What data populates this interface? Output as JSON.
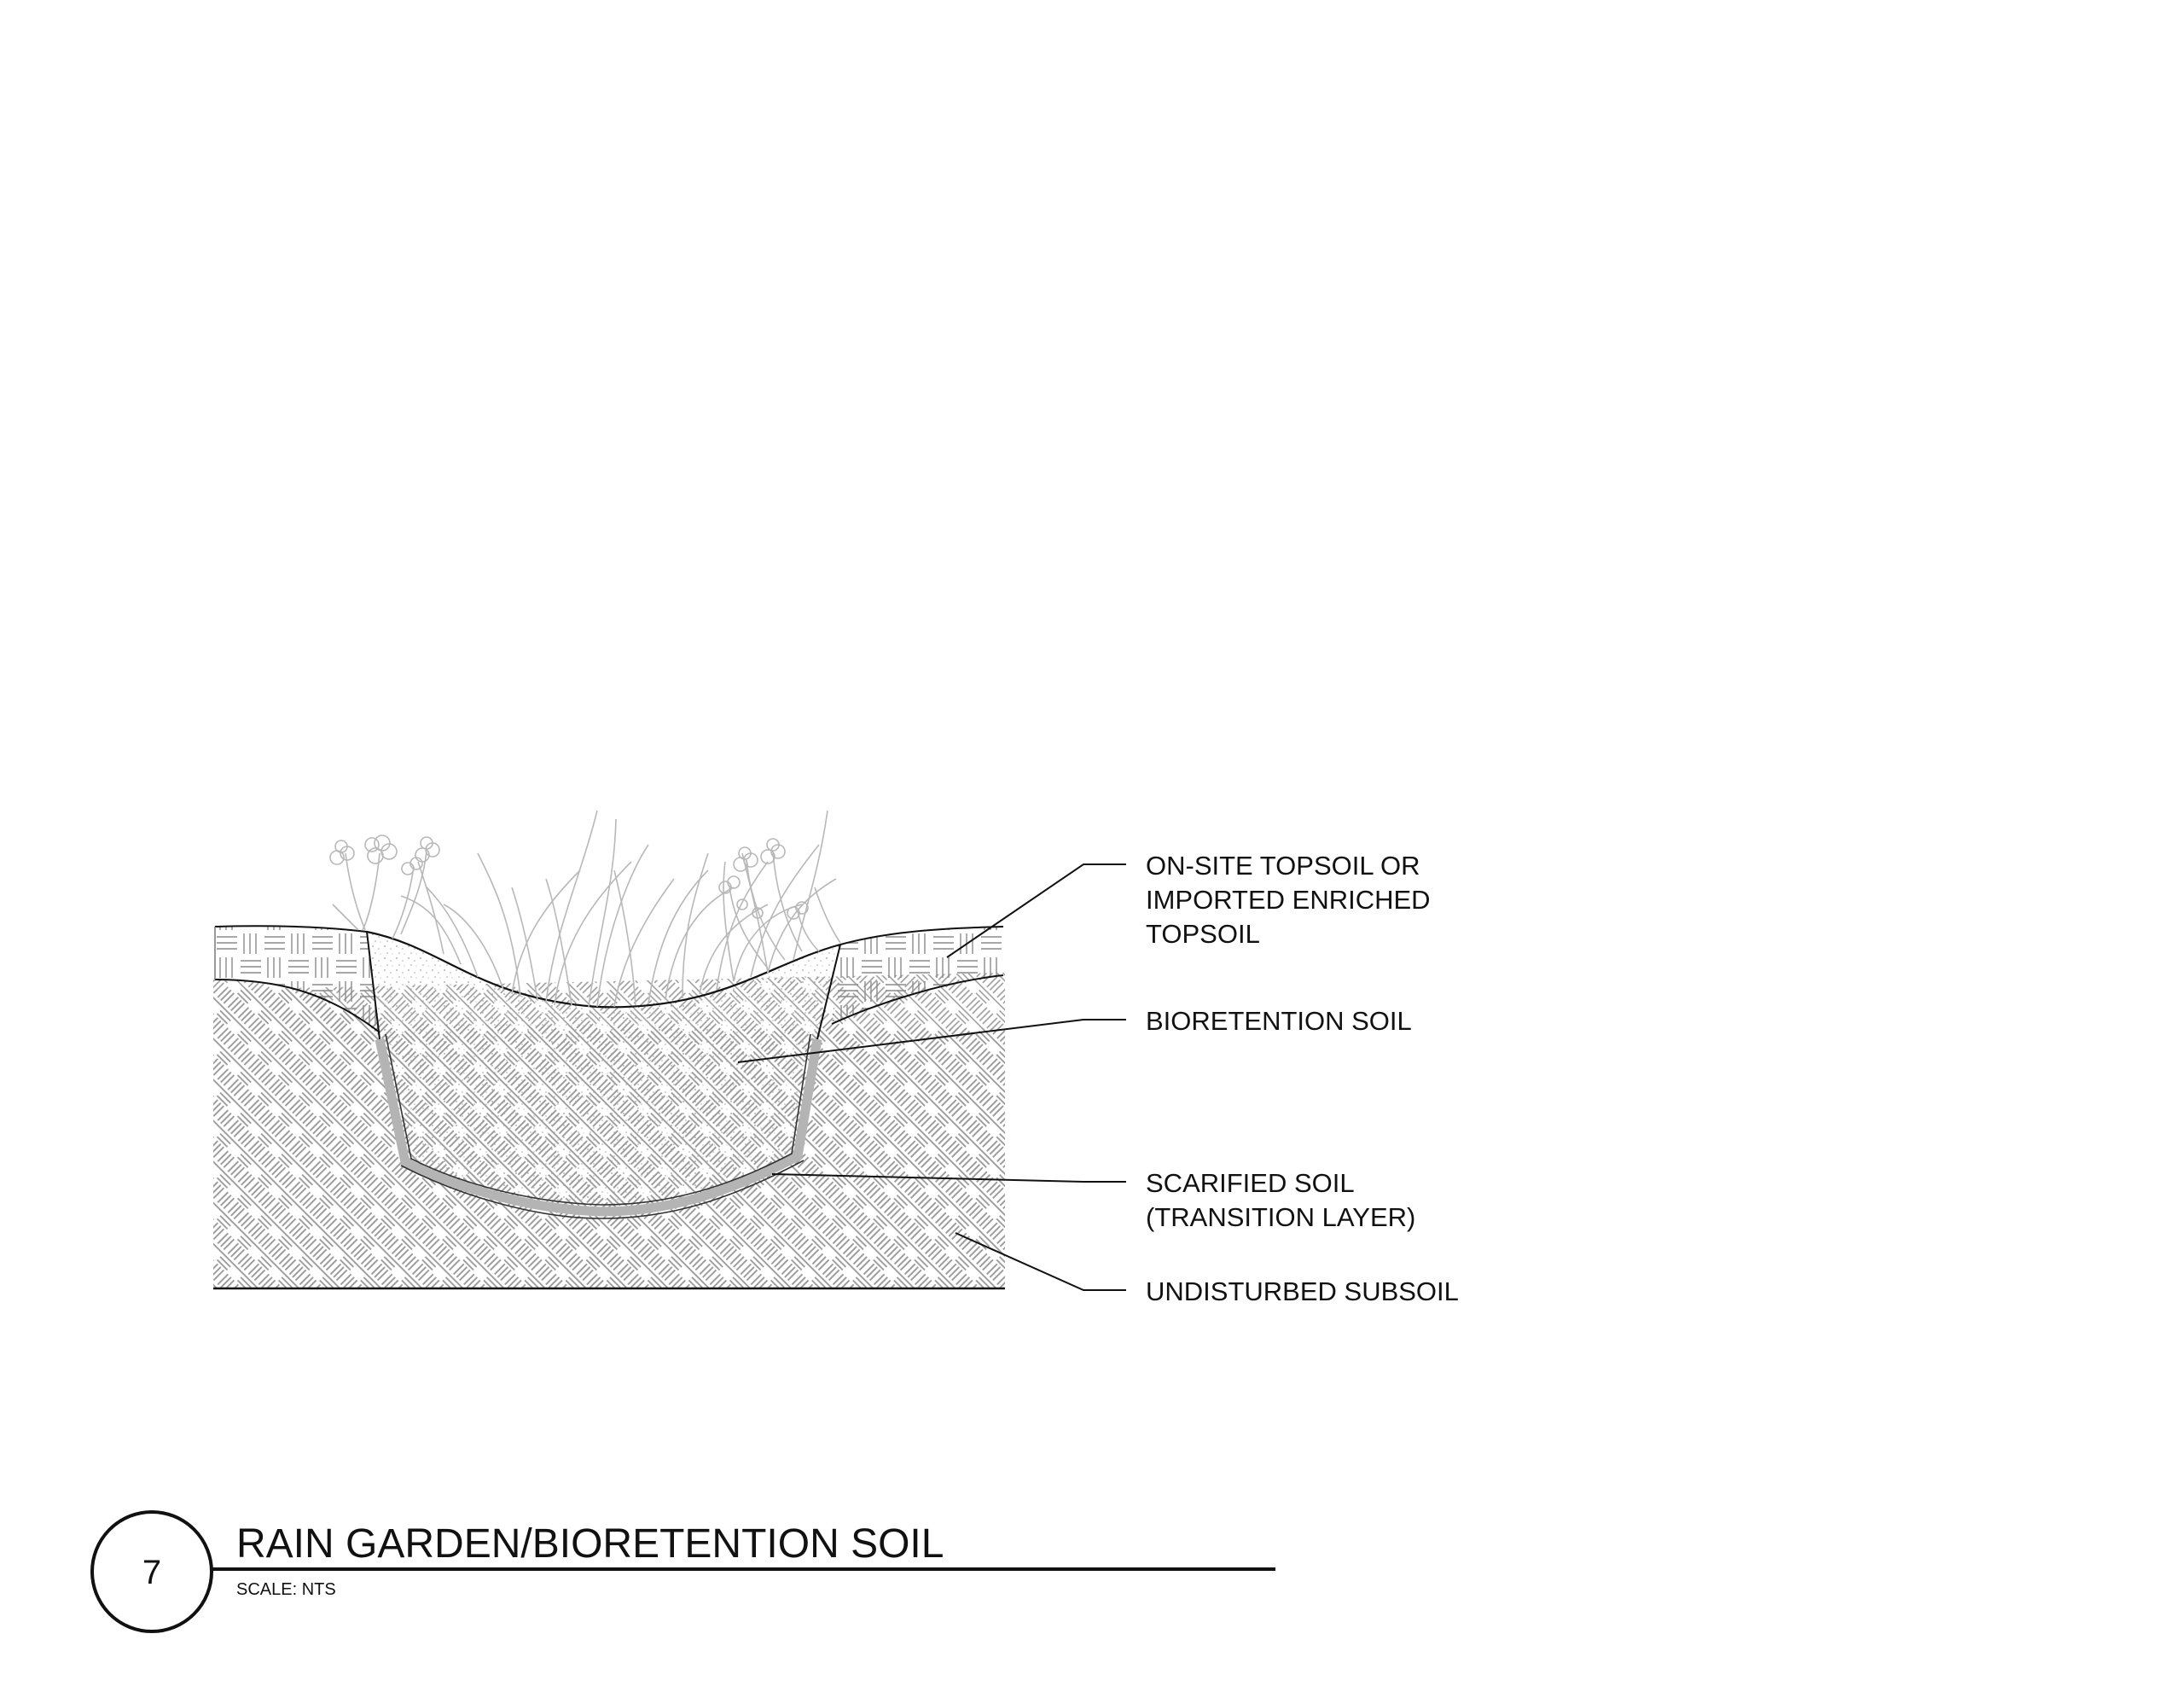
{
  "detail": {
    "number": "7",
    "title": "RAIN GARDEN/BIORETENTION SOIL",
    "scale": "SCALE: NTS"
  },
  "callouts": {
    "topsoil": [
      "ON-SITE TOPSOIL OR",
      "IMPORTED ENRICHED",
      "TOPSOIL"
    ],
    "bioretention": [
      "BIORETENTION SOIL"
    ],
    "scarified": [
      "SCARIFIED SOIL",
      "(TRANSITION LAYER)"
    ],
    "subsoil": [
      "UNDISTURBED SUBSOIL"
    ]
  },
  "colors": {
    "line": "#111111",
    "hatch": "#9a9a9a",
    "transition_layer": "#b4b4b4",
    "plants": "#b8b8b8"
  }
}
